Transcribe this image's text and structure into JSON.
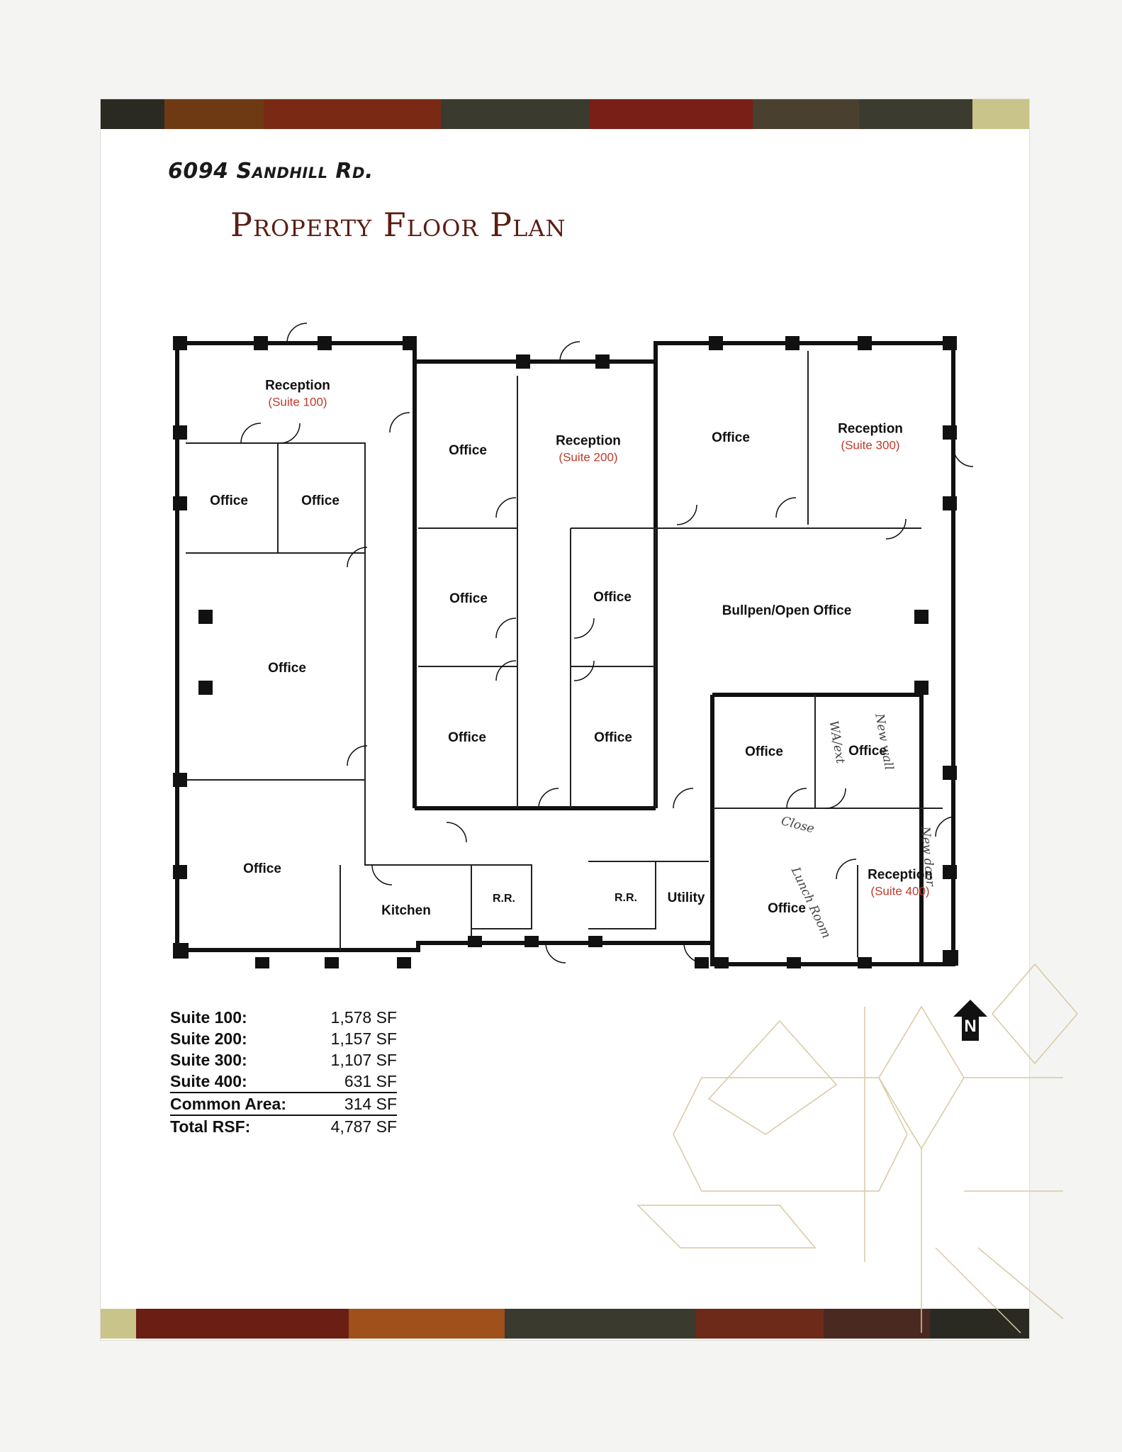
{
  "header": {
    "address_prefix": "6094 ",
    "address_street": "Sandhill Rd.",
    "title": "Property Floor Plan"
  },
  "rooms": {
    "reception_100": {
      "label": "Reception",
      "suite": "(Suite 100)"
    },
    "office_100a": "Office",
    "office_100b": "Office",
    "office_100c": "Office",
    "office_100d": "Office",
    "office_200a": "Office",
    "reception_200": {
      "label": "Reception",
      "suite": "(Suite 200)"
    },
    "office_200b": "Office",
    "office_200c": "Office",
    "office_200d": "Office",
    "office_200e": "Office",
    "office_300a": "Office",
    "reception_300": {
      "label": "Reception",
      "suite": "(Suite 300)"
    },
    "bullpen": "Bullpen/Open Office",
    "office_400a": "Office",
    "office_400b": "Office",
    "office_400c": "Office",
    "reception_400": {
      "label": "Reception",
      "suite": "(Suite 400)"
    },
    "kitchen": "Kitchen",
    "rr1": "R.R.",
    "rr2": "R.R.",
    "utility": "Utility"
  },
  "areas": [
    {
      "label": "Suite 100:",
      "value": "1,578 SF"
    },
    {
      "label": "Suite 200:",
      "value": "1,157 SF"
    },
    {
      "label": "Suite 300:",
      "value": "1,107 SF"
    },
    {
      "label": "Suite 400:",
      "value": "631 SF"
    },
    {
      "label": "Common Area:",
      "value": "314 SF"
    },
    {
      "label": "Total RSF:",
      "value": "4,787 SF"
    }
  ],
  "north_label": "N",
  "handwritten": {
    "n1": "New wall",
    "n2": "WA/ext",
    "n3": "Close",
    "n4": "Lunch Room",
    "n5": "New door"
  },
  "colors": {
    "title": "#5a1e14",
    "suite_red": "#c0392b",
    "wall": "#111111",
    "band": [
      "#2b2a22",
      "#6e3a14",
      "#7a2a14",
      "#3a3a2e",
      "#7a1e18",
      "#4a4030",
      "#7a2a20",
      "#3b3b30",
      "#c9c48a"
    ]
  }
}
